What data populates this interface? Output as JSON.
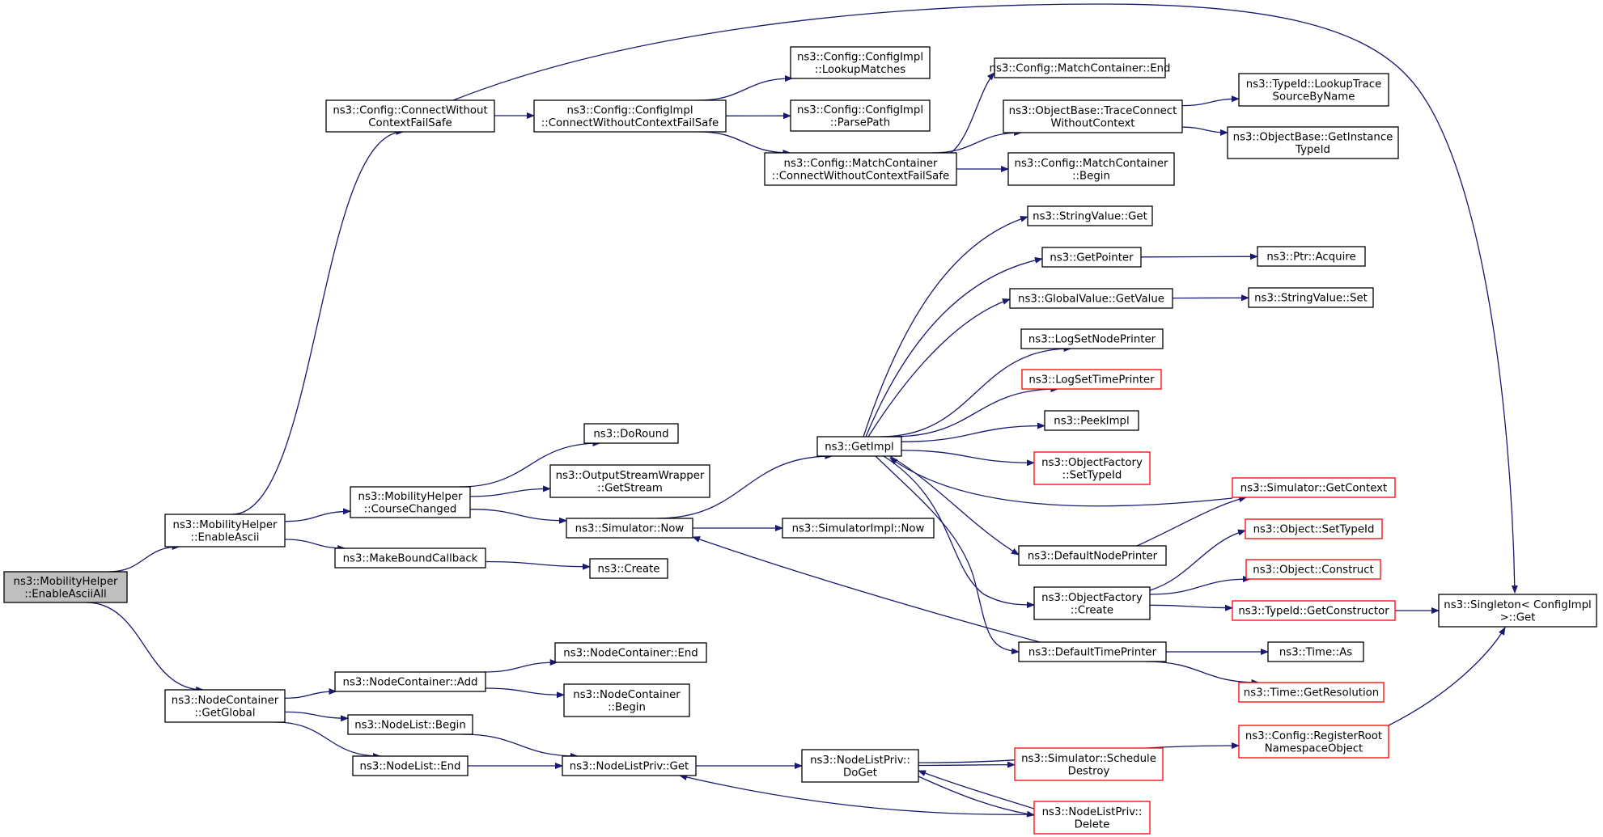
{
  "colors": {
    "edge": "#191970",
    "root_fill": "#bfbfbf",
    "red_border": "#ff0000",
    "border": "#000000"
  },
  "nodes": {
    "enableAsciiAll": {
      "lines": [
        "ns3::MobilityHelper",
        "::EnableAsciiAll"
      ],
      "style": "root"
    },
    "enableAscii": {
      "lines": [
        "ns3::MobilityHelper",
        "::EnableAscii"
      ],
      "style": "normal"
    },
    "nodeContainerGetGlobal": {
      "lines": [
        "ns3::NodeContainer",
        "::GetGlobal"
      ],
      "style": "normal"
    },
    "connectWithoutContextFailSafe": {
      "lines": [
        "ns3::Config::ConnectWithout",
        "ContextFailSafe"
      ],
      "style": "normal"
    },
    "configImplConnect": {
      "lines": [
        "ns3::Config::ConfigImpl",
        "::ConnectWithoutContextFailSafe"
      ],
      "style": "normal"
    },
    "lookupMatches": {
      "lines": [
        "ns3::Config::ConfigImpl",
        "::LookupMatches"
      ],
      "style": "normal"
    },
    "parsePath": {
      "lines": [
        "ns3::Config::ConfigImpl",
        "::ParsePath"
      ],
      "style": "normal"
    },
    "matchContainerConnect": {
      "lines": [
        "ns3::Config::MatchContainer",
        "::ConnectWithoutContextFailSafe"
      ],
      "style": "normal"
    },
    "matchContainerEnd": {
      "lines": [
        "ns3::Config::MatchContainer::End"
      ],
      "style": "normal"
    },
    "traceConnect": {
      "lines": [
        "ns3::ObjectBase::TraceConnect",
        "WithoutContext"
      ],
      "style": "normal"
    },
    "matchContainerBegin": {
      "lines": [
        "ns3::Config::MatchContainer",
        "::Begin"
      ],
      "style": "normal"
    },
    "lookupTrace": {
      "lines": [
        "ns3::TypeId::LookupTrace",
        "SourceByName"
      ],
      "style": "normal"
    },
    "getInstanceTypeId": {
      "lines": [
        "ns3::ObjectBase::GetInstance",
        "TypeId"
      ],
      "style": "normal"
    },
    "courseChanged": {
      "lines": [
        "ns3::MobilityHelper",
        "::CourseChanged"
      ],
      "style": "normal"
    },
    "makeBoundCallback": {
      "lines": [
        "ns3::MakeBoundCallback"
      ],
      "style": "normal"
    },
    "doRound": {
      "lines": [
        "ns3::DoRound"
      ],
      "style": "normal"
    },
    "getStream": {
      "lines": [
        "ns3::OutputStreamWrapper",
        "::GetStream"
      ],
      "style": "normal"
    },
    "simulatorNow": {
      "lines": [
        "ns3::Simulator::Now"
      ],
      "style": "normal"
    },
    "create": {
      "lines": [
        "ns3::Create"
      ],
      "style": "normal"
    },
    "getImpl": {
      "lines": [
        "ns3::GetImpl"
      ],
      "style": "normal"
    },
    "simulatorImplNow": {
      "lines": [
        "ns3::SimulatorImpl::Now"
      ],
      "style": "normal"
    },
    "stringValueGet": {
      "lines": [
        "ns3::StringValue::Get"
      ],
      "style": "normal"
    },
    "getPointer": {
      "lines": [
        "ns3::GetPointer"
      ],
      "style": "normal"
    },
    "ptrAcquire": {
      "lines": [
        "ns3::Ptr::Acquire"
      ],
      "style": "normal"
    },
    "globalValueGetValue": {
      "lines": [
        "ns3::GlobalValue::GetValue"
      ],
      "style": "normal"
    },
    "stringValueSet": {
      "lines": [
        "ns3::StringValue::Set"
      ],
      "style": "normal"
    },
    "logSetNodePrinter": {
      "lines": [
        "ns3::LogSetNodePrinter"
      ],
      "style": "normal"
    },
    "logSetTimePrinter": {
      "lines": [
        "ns3::LogSetTimePrinter"
      ],
      "style": "red"
    },
    "peekImpl": {
      "lines": [
        "ns3::PeekImpl"
      ],
      "style": "normal"
    },
    "objectFactorySetTypeId": {
      "lines": [
        "ns3::ObjectFactory",
        "::SetTypeId"
      ],
      "style": "red"
    },
    "simulatorGetContext": {
      "lines": [
        "ns3::Simulator::GetContext"
      ],
      "style": "red"
    },
    "defaultNodePrinter": {
      "lines": [
        "ns3::DefaultNodePrinter"
      ],
      "style": "normal"
    },
    "objectSetTypeId": {
      "lines": [
        "ns3::Object::SetTypeId"
      ],
      "style": "red"
    },
    "objectConstruct": {
      "lines": [
        "ns3::Object::Construct"
      ],
      "style": "red"
    },
    "objectFactoryCreate": {
      "lines": [
        "ns3::ObjectFactory",
        "::Create"
      ],
      "style": "normal"
    },
    "getConstructor": {
      "lines": [
        "ns3::TypeId::GetConstructor"
      ],
      "style": "red"
    },
    "singletonGet": {
      "lines": [
        "ns3::Singleton< ConfigImpl",
        " >::Get"
      ],
      "style": "normal"
    },
    "defaultTimePrinter": {
      "lines": [
        "ns3::DefaultTimePrinter"
      ],
      "style": "normal"
    },
    "timeAs": {
      "lines": [
        "ns3::Time::As"
      ],
      "style": "normal"
    },
    "timeGetResolution": {
      "lines": [
        "ns3::Time::GetResolution"
      ],
      "style": "red"
    },
    "nodeContainerAdd": {
      "lines": [
        "ns3::NodeContainer::Add"
      ],
      "style": "normal"
    },
    "nodeContainerEnd": {
      "lines": [
        "ns3::NodeContainer::End"
      ],
      "style": "normal"
    },
    "nodeContainerBegin": {
      "lines": [
        "ns3::NodeContainer",
        "::Begin"
      ],
      "style": "normal"
    },
    "nodeListBegin": {
      "lines": [
        "ns3::NodeList::Begin"
      ],
      "style": "normal"
    },
    "nodeListEnd": {
      "lines": [
        "ns3::NodeList::End"
      ],
      "style": "normal"
    },
    "nodeListPrivGet": {
      "lines": [
        "ns3::NodeListPriv::Get"
      ],
      "style": "normal"
    },
    "nodeListPrivDoGet": {
      "lines": [
        "ns3::NodeListPriv::",
        "DoGet"
      ],
      "style": "normal"
    },
    "registerRootNamespace": {
      "lines": [
        "ns3::Config::RegisterRoot",
        "NamespaceObject"
      ],
      "style": "red"
    },
    "scheduleDestroy": {
      "lines": [
        "ns3::Simulator::Schedule",
        "Destroy"
      ],
      "style": "red"
    },
    "nodeListPrivDelete": {
      "lines": [
        "ns3::NodeListPriv::",
        "Delete"
      ],
      "style": "red"
    }
  },
  "edges": [
    [
      "enableAsciiAll",
      "enableAscii"
    ],
    [
      "enableAsciiAll",
      "nodeContainerGetGlobal"
    ],
    [
      "enableAscii",
      "connectWithoutContextFailSafe"
    ],
    [
      "enableAscii",
      "courseChanged"
    ],
    [
      "enableAscii",
      "makeBoundCallback"
    ],
    [
      "connectWithoutContextFailSafe",
      "configImplConnect"
    ],
    [
      "connectWithoutContextFailSafe",
      "singletonGet"
    ],
    [
      "configImplConnect",
      "lookupMatches"
    ],
    [
      "configImplConnect",
      "parsePath"
    ],
    [
      "configImplConnect",
      "matchContainerConnect"
    ],
    [
      "matchContainerConnect",
      "matchContainerEnd"
    ],
    [
      "matchContainerConnect",
      "traceConnect"
    ],
    [
      "matchContainerConnect",
      "matchContainerBegin"
    ],
    [
      "traceConnect",
      "lookupTrace"
    ],
    [
      "traceConnect",
      "getInstanceTypeId"
    ],
    [
      "courseChanged",
      "doRound"
    ],
    [
      "courseChanged",
      "getStream"
    ],
    [
      "courseChanged",
      "simulatorNow"
    ],
    [
      "makeBoundCallback",
      "create"
    ],
    [
      "simulatorNow",
      "getImpl"
    ],
    [
      "simulatorNow",
      "simulatorImplNow"
    ],
    [
      "getImpl",
      "stringValueGet"
    ],
    [
      "getImpl",
      "getPointer"
    ],
    [
      "getImpl",
      "globalValueGetValue"
    ],
    [
      "getImpl",
      "logSetNodePrinter"
    ],
    [
      "getImpl",
      "logSetTimePrinter"
    ],
    [
      "getImpl",
      "peekImpl"
    ],
    [
      "getImpl",
      "objectFactorySetTypeId"
    ],
    [
      "getImpl",
      "defaultNodePrinter"
    ],
    [
      "getImpl",
      "objectFactoryCreate"
    ],
    [
      "getImpl",
      "defaultTimePrinter"
    ],
    [
      "getPointer",
      "ptrAcquire"
    ],
    [
      "globalValueGetValue",
      "stringValueSet"
    ],
    [
      "simulatorGetContext",
      "getImpl"
    ],
    [
      "defaultNodePrinter",
      "simulatorGetContext"
    ],
    [
      "objectFactoryCreate",
      "objectSetTypeId"
    ],
    [
      "objectFactoryCreate",
      "objectConstruct"
    ],
    [
      "objectFactoryCreate",
      "getConstructor"
    ],
    [
      "getConstructor",
      "singletonGet"
    ],
    [
      "defaultTimePrinter",
      "simulatorNow"
    ],
    [
      "defaultTimePrinter",
      "timeAs"
    ],
    [
      "defaultTimePrinter",
      "timeGetResolution"
    ],
    [
      "nodeContainerGetGlobal",
      "nodeContainerAdd"
    ],
    [
      "nodeContainerGetGlobal",
      "nodeListBegin"
    ],
    [
      "nodeContainerGetGlobal",
      "nodeListEnd"
    ],
    [
      "nodeContainerAdd",
      "nodeContainerEnd"
    ],
    [
      "nodeContainerAdd",
      "nodeContainerBegin"
    ],
    [
      "nodeListBegin",
      "nodeListPrivGet"
    ],
    [
      "nodeListEnd",
      "nodeListPrivGet"
    ],
    [
      "nodeListPrivGet",
      "nodeListPrivDoGet"
    ],
    [
      "nodeListPrivDoGet",
      "registerRootNamespace"
    ],
    [
      "nodeListPrivDoGet",
      "scheduleDestroy"
    ],
    [
      "nodeListPrivDoGet",
      "nodeListPrivDelete"
    ],
    [
      "nodeListPrivDelete",
      "nodeListPrivDoGet"
    ],
    [
      "nodeListPrivDelete",
      "nodeListPrivGet"
    ],
    [
      "registerRootNamespace",
      "singletonGet"
    ]
  ]
}
